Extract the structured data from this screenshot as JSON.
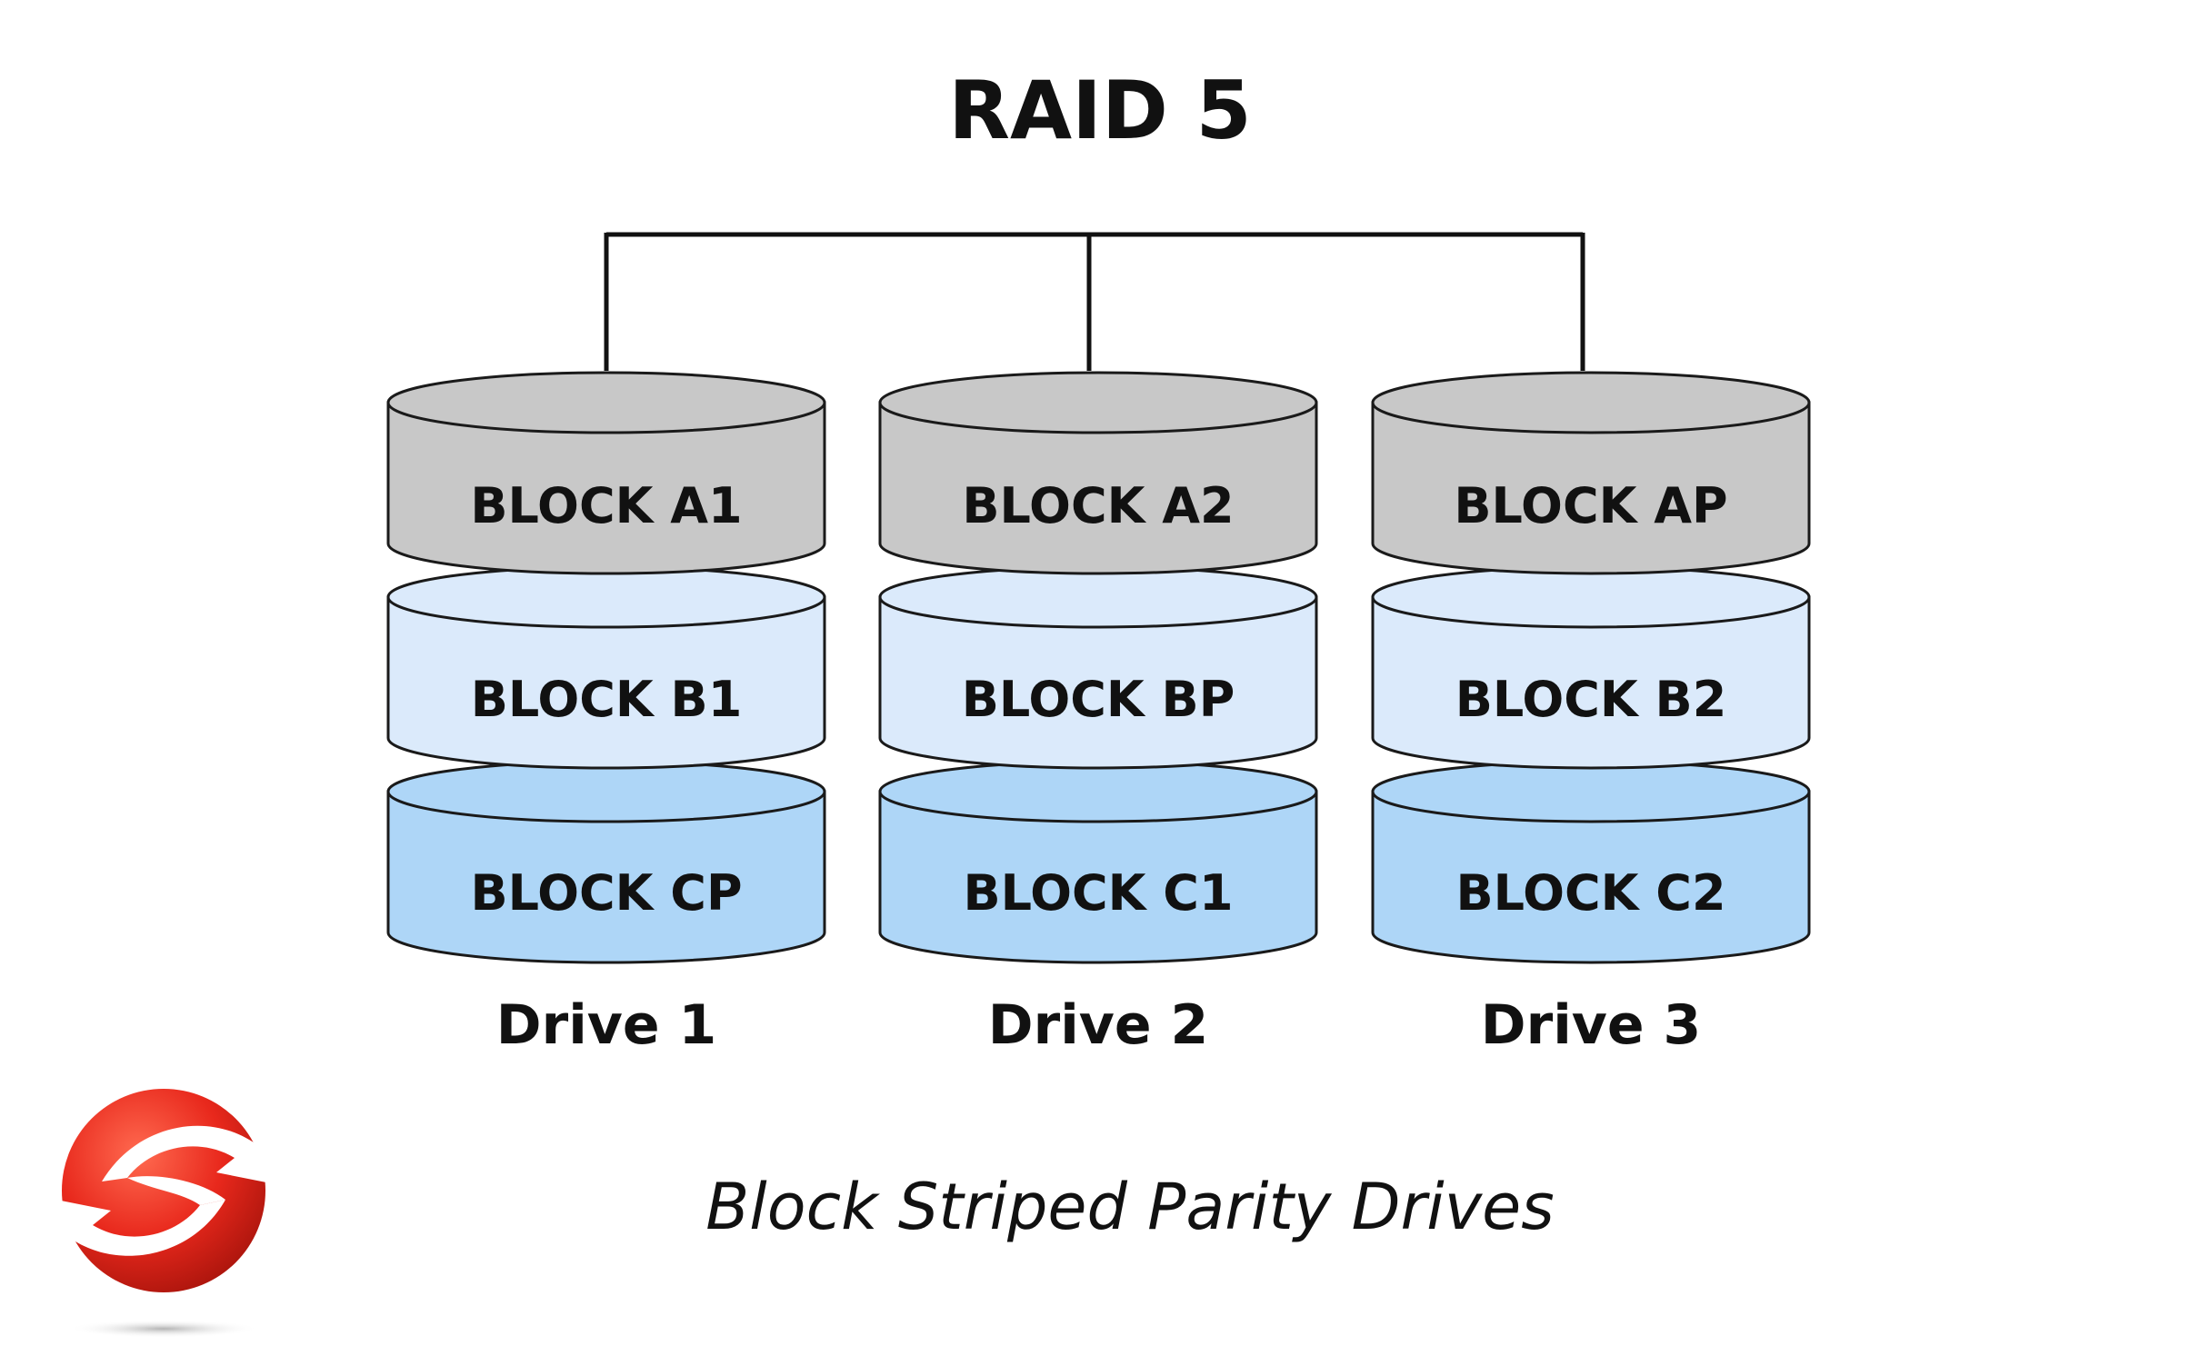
{
  "title": "RAID 5",
  "caption": "Block Striped Parity Drives",
  "logo": {
    "icon": "s-arrows-logo",
    "colors": {
      "primary": "#e8281c",
      "dark": "#a8140c",
      "light": "#ff6a50"
    }
  },
  "colors": {
    "row_a": "#c8c8c8",
    "row_b": "#dbeafb",
    "row_c": "#aed6f7",
    "outline": "#1a1a1a",
    "connector": "#111111"
  },
  "drives": [
    {
      "label": "Drive 1",
      "blocks": [
        "BLOCK A1",
        "BLOCK B1",
        "BLOCK CP"
      ]
    },
    {
      "label": "Drive 2",
      "blocks": [
        "BLOCK A2",
        "BLOCK BP",
        "BLOCK C1"
      ]
    },
    {
      "label": "Drive 3",
      "blocks": [
        "BLOCK AP",
        "BLOCK B2",
        "BLOCK C2"
      ]
    }
  ]
}
